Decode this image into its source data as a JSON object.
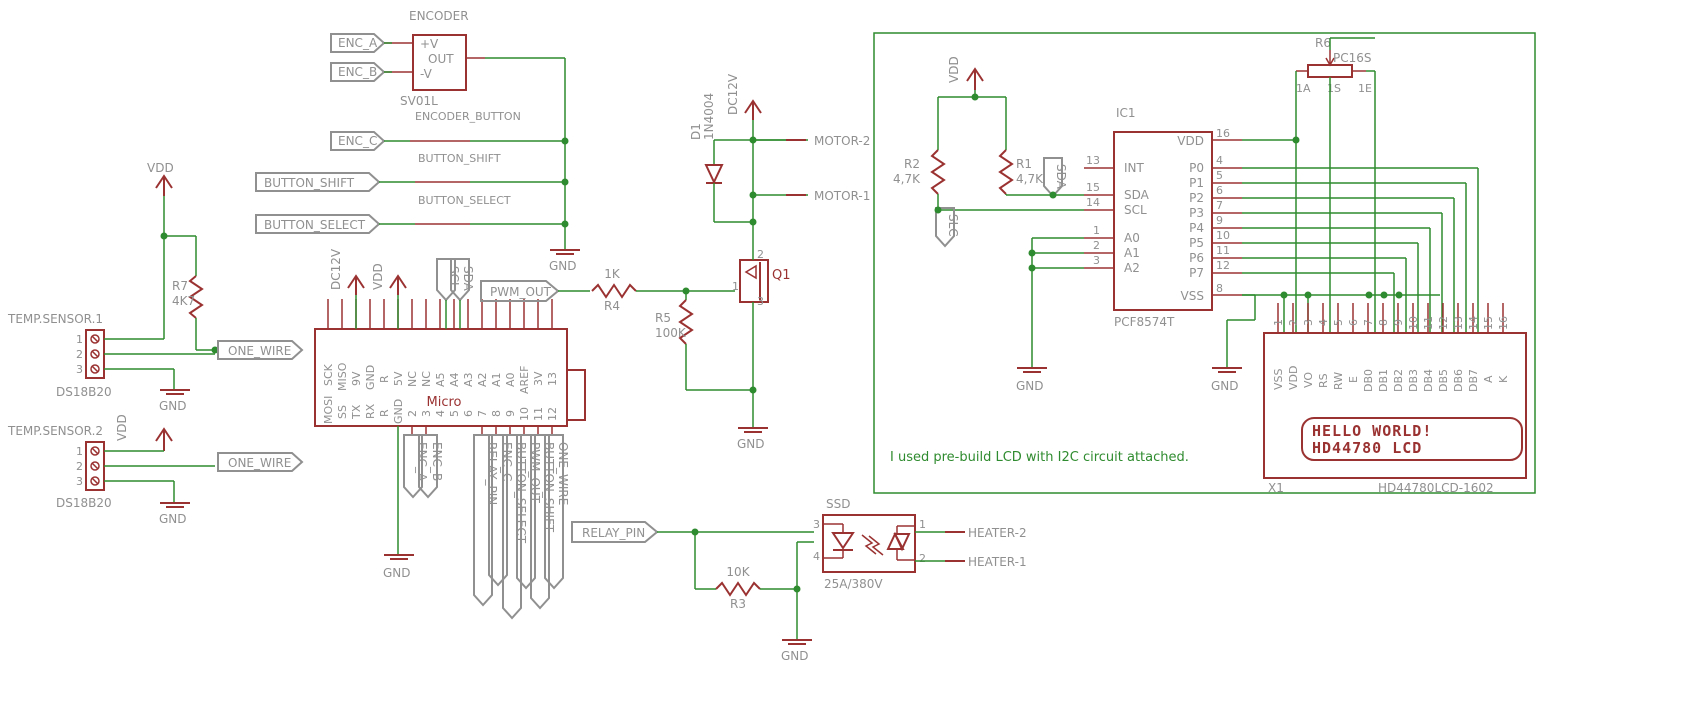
{
  "meta": {
    "title": "Temperature controller schematic",
    "colors": {
      "component": "#9b3232",
      "wire": "#2f8b2f",
      "label": "#909090",
      "note": "#2f8b2f",
      "background": "#ffffff"
    }
  },
  "nets": {
    "enc_a": "ENC_A",
    "enc_b": "ENC_B",
    "enc_c": "ENC_C",
    "button_shift_in": "BUTTON_SHIFT",
    "button_select_in": "BUTTON_SELECT",
    "encoder_button_wire": "ENCODER_BUTTON",
    "button_shift_wire": "BUTTON_SHIFT",
    "button_select_wire": "BUTTON_SELECT",
    "pwm_out": "PWM_OUT",
    "relay_pin": "RELAY_PIN",
    "one_wire_1": "ONE_WIRE",
    "one_wire_2": "ONE_WIRE",
    "motor_1": "MOTOR-1",
    "motor_2": "MOTOR-2",
    "heater_1": "HEATER-1",
    "heater_2": "HEATER-2",
    "scl_ic": "SLC",
    "sda_ic": "SDA",
    "scl_mcu": "SCL",
    "sda_mcu": "SDA"
  },
  "encoder": {
    "designator": "ENCODER",
    "value": "SV01L",
    "pins": [
      "+V",
      "OUT",
      "-V"
    ]
  },
  "mcu": {
    "name": "Micro",
    "top_pins": [
      "MOSI",
      "SS",
      "TX",
      "RX",
      "R",
      "GND",
      "2",
      "3",
      "4",
      "5",
      "6",
      "7",
      "8",
      "9",
      "10",
      "11",
      "12"
    ],
    "bottom_pins": [
      "SCK",
      "MISO",
      "9V",
      "GND",
      "R",
      "5V",
      "NC",
      "NC",
      "A5",
      "A4",
      "A3",
      "A2",
      "A1",
      "A0",
      "AREF",
      "3V",
      "13"
    ],
    "power_labels": [
      "DC12V",
      "VDD"
    ],
    "bus_labels": [
      "SCL",
      "SDA"
    ],
    "gnd_label": "GND",
    "bottom_net_labels": [
      "ENC_A",
      "ENC_B",
      "RELAY_PIN",
      "ENC_C",
      "BUTTON_SELECT",
      "PWM_OUT",
      "BUTTON_SHIFT",
      "ONE_WIRE"
    ]
  },
  "sensors": [
    {
      "label": "TEMP.SENSOR.1",
      "part": "DS18B20",
      "pins": [
        "1",
        "2",
        "3"
      ],
      "supply": "VDD",
      "gnd": "GND",
      "net": "ONE_WIRE"
    },
    {
      "label": "TEMP.SENSOR.2",
      "part": "DS18B20",
      "pins": [
        "1",
        "2",
        "3"
      ],
      "supply": "VDD",
      "gnd": "GND",
      "net": "ONE_WIRE"
    }
  ],
  "resistors": [
    {
      "designator": "R7",
      "value": "4K7",
      "supply": "VDD"
    },
    {
      "designator": "R4",
      "value": "1K"
    },
    {
      "designator": "R5",
      "value": "100K"
    },
    {
      "designator": "R3",
      "value": "10K"
    },
    {
      "designator": "R2",
      "value": "4,7K"
    },
    {
      "designator": "R1",
      "value": "4,7K"
    }
  ],
  "diode": {
    "designator": "D1",
    "value": "1N4004",
    "supply": "DC12V"
  },
  "mosfet": {
    "designator": "Q1",
    "pins": [
      "1",
      "2",
      "3"
    ]
  },
  "ssd": {
    "designator": "SSD",
    "rating": "25A/380V",
    "pins": [
      "3",
      "4",
      "1",
      "2"
    ],
    "outputs": [
      "HEATER-2",
      "HEATER-1"
    ]
  },
  "motors": {
    "outputs": [
      "MOTOR-2",
      "MOTOR-1"
    ]
  },
  "ic1": {
    "designator": "IC1",
    "part": "PCF8574T",
    "left_pins": [
      {
        "num": "13",
        "name": "INT"
      },
      {
        "num": "15",
        "name": "SDA"
      },
      {
        "num": "14",
        "name": "SCL"
      },
      {
        "num": "1",
        "name": "A0"
      },
      {
        "num": "2",
        "name": "A1"
      },
      {
        "num": "3",
        "name": "A2"
      }
    ],
    "right_pins": [
      {
        "num": "16",
        "name": "VDD"
      },
      {
        "num": "4",
        "name": "P0"
      },
      {
        "num": "5",
        "name": "P1"
      },
      {
        "num": "6",
        "name": "P2"
      },
      {
        "num": "7",
        "name": "P3"
      },
      {
        "num": "9",
        "name": "P4"
      },
      {
        "num": "10",
        "name": "P5"
      },
      {
        "num": "11",
        "name": "P6"
      },
      {
        "num": "12",
        "name": "P7"
      },
      {
        "num": "8",
        "name": "VSS"
      }
    ]
  },
  "pot": {
    "designator": "R6",
    "value": "PC16S",
    "pins": [
      "1A",
      "1S",
      "1E"
    ]
  },
  "lcd": {
    "designator": "X1",
    "part": "HD44780LCD-1602",
    "pin_numbers": [
      "1",
      "2",
      "3",
      "4",
      "5",
      "6",
      "7",
      "8",
      "9",
      "10",
      "11",
      "12",
      "13",
      "14",
      "15",
      "16"
    ],
    "pin_names": [
      "VSS",
      "VDD",
      "VO",
      "RS",
      "RW",
      "E",
      "DB0",
      "DB1",
      "DB2",
      "DB3",
      "DB4",
      "DB5",
      "DB6",
      "DB7",
      "A",
      "K"
    ],
    "screen_line1": "HELLO WORLD!",
    "screen_line2": "HD44780 LCD"
  },
  "note": "I used pre-build LCD with I2C circuit attached.",
  "grounds": [
    "GND",
    "GND",
    "GND",
    "GND",
    "GND",
    "GND",
    "GND",
    "GND"
  ],
  "supplies": [
    "VDD",
    "VDD",
    "DC12V",
    "VDD",
    "DC12V",
    "VDD"
  ]
}
